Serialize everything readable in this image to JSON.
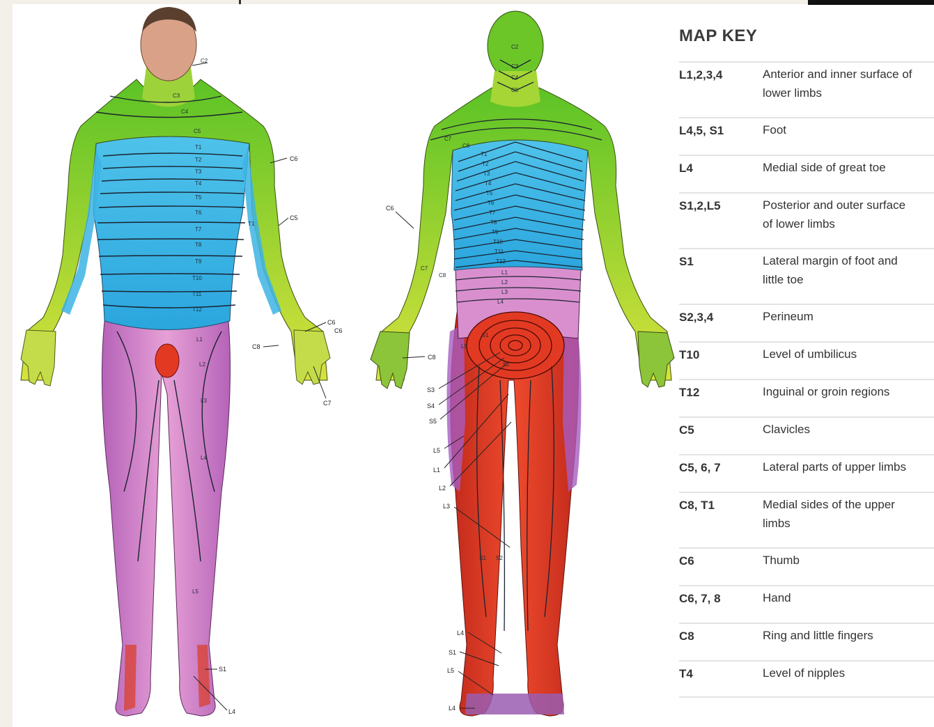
{
  "map_key": {
    "title": "MAP KEY",
    "rows": [
      {
        "code": "L1,2,3,4",
        "desc": "Anterior and inner surface of\nlower limbs"
      },
      {
        "code": "L4,5, S1",
        "desc": "Foot"
      },
      {
        "code": "L4",
        "desc": "Medial side of great toe"
      },
      {
        "code": "S1,2,L5",
        "desc": "Posterior and outer surface\nof lower limbs"
      },
      {
        "code": "S1",
        "desc": "Lateral margin of foot and\nlittle toe"
      },
      {
        "code": "S2,3,4",
        "desc": "Perineum"
      },
      {
        "code": "T10",
        "desc": "Level of umbilicus"
      },
      {
        "code": "T12",
        "desc": "Inguinal or groin regions"
      },
      {
        "code": "C5",
        "desc": "Clavicles"
      },
      {
        "code": "C5, 6, 7",
        "desc": "Lateral parts of upper limbs"
      },
      {
        "code": "C8, T1",
        "desc": "Medial sides of the upper\nlimbs"
      },
      {
        "code": "C6",
        "desc": "Thumb"
      },
      {
        "code": "C6, 7, 8",
        "desc": "Hand"
      },
      {
        "code": "C8",
        "desc": "Ring and little fingers"
      },
      {
        "code": "T4",
        "desc": "Level of nipples"
      }
    ]
  },
  "front_labels": {
    "c2": "C2",
    "c3": "C3",
    "c4": "C4",
    "c5": "C5",
    "t1": "T1",
    "t2": "T2",
    "t3": "T3",
    "t4": "T4",
    "t5": "T5",
    "t6": "T6",
    "t7": "T7",
    "t8": "T8",
    "t9": "T9",
    "t10": "T10",
    "t11": "T11",
    "t12": "T12",
    "l1": "L1",
    "l2": "L2",
    "l3": "L3",
    "l4": "L4",
    "l5": "L5",
    "s1": "S1",
    "l4_foot": "L4",
    "c6_arm": "C6",
    "c5_arm": "C5",
    "t1_arm": "T1",
    "c6_hand": "C6",
    "c6_hand2": "C6",
    "c8_hand": "C8",
    "c7_hand": "C7"
  },
  "back_labels": {
    "c2": "C2",
    "c3": "C3",
    "c4": "C4",
    "c5": "C5",
    "c7": "C7",
    "c8": "C8",
    "c6": "C6",
    "c7_arm": "C7",
    "c8_arm": "C8",
    "c8_hand": "C8",
    "t1": "T1",
    "t2": "T2",
    "t3": "T3",
    "t4": "T4",
    "t5": "T5",
    "t6": "T6",
    "t7": "T7",
    "t8": "T8",
    "t9": "T9",
    "t10": "T10",
    "t11": "T11",
    "t12": "T12",
    "l1": "L1",
    "l2": "L2",
    "l3": "L3",
    "l4": "L4",
    "l5": "L5",
    "s1": "S1",
    "s2": "S2",
    "ext_s3": "S3",
    "ext_s4": "S4",
    "ext_s5": "S5",
    "ext_l5": "L5",
    "ext_l1": "L1",
    "ext_l2": "L2",
    "ext_l3": "L3",
    "leg_s1": "S1",
    "leg_s2": "S2",
    "foot_l4": "L4",
    "foot_s1": "S1",
    "foot_l5": "L5",
    "foot_l4b": "L4"
  },
  "colors": {
    "cervical": "#b6d62c",
    "thoracic": "#3db4e4",
    "lumbar": "#d77fc7",
    "sacral": "#e23a22",
    "page": "#ffffff",
    "border": "#f3efe9"
  }
}
